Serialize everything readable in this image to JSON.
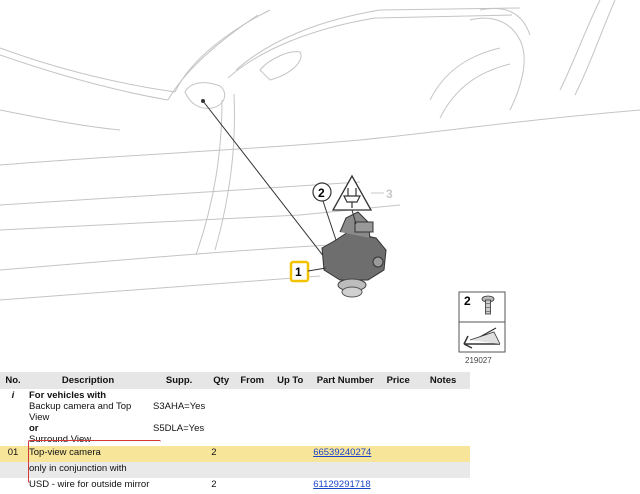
{
  "diagram": {
    "callouts": [
      "1",
      "2",
      "3"
    ],
    "legend_qty": "2",
    "legend_icons": [
      "screw-icon",
      "arrow-in-box-icon"
    ],
    "image_number": "219027",
    "colors": {
      "highlight_yellow": "#f2c200",
      "line_gray": "#c8c8c8"
    }
  },
  "table": {
    "headers": [
      "No.",
      "Description",
      "Supp.",
      "Qty",
      "From",
      "Up To",
      "Part Number",
      "Price",
      "Notes"
    ],
    "info_row": {
      "no": "i",
      "title": "For vehicles with",
      "line1": "Backup camera and Top View",
      "supp1": "S3AHA=Yes",
      "or": "or",
      "line2": "Surround View",
      "supp2": "S5DLA=Yes"
    },
    "rows": [
      {
        "no": "01",
        "description": "Top-view camera",
        "supp": "",
        "qty": "2",
        "part_number": "66539240274"
      },
      {
        "no": "",
        "description": "only in conjunction with",
        "supp": "",
        "qty": "",
        "part_number": ""
      },
      {
        "no": "",
        "description": "USD - wire for outside mirror",
        "supp": "",
        "qty": "2",
        "part_number": "61129291718"
      }
    ]
  }
}
